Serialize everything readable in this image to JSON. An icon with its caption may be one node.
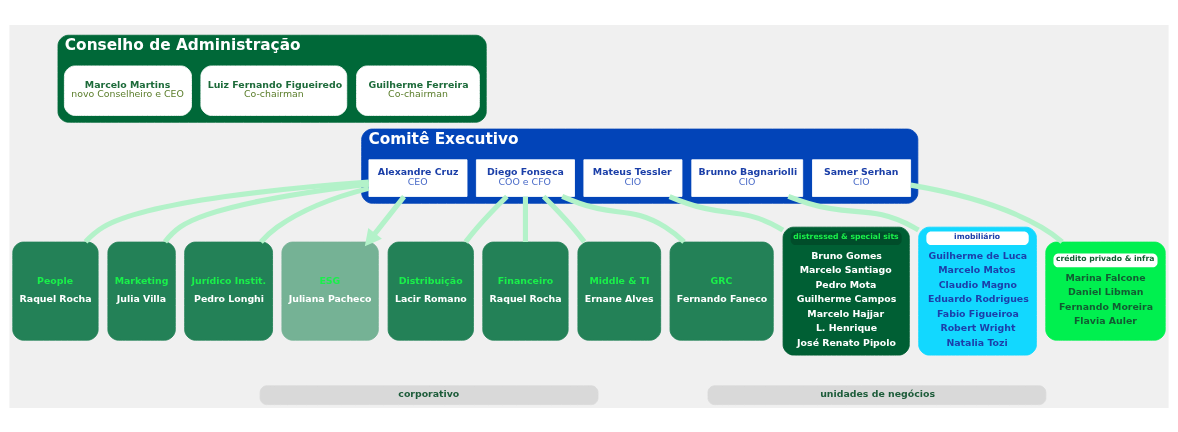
{
  "diagram": {
    "nodes": [
      {
        "text": [
          "Conselho de Administração"
        ]
      },
      {
        "text": [
          "Guilherme Ferreira",
          "Co-chairman"
        ],
        "in": 0
      },
      {
        "text": [
          "Luiz Fernando Figueiredo",
          "Co-chairman"
        ],
        "in": 0
      },
      {
        "text": [
          "Marcelo Martins",
          "novo Conselheiro e CEO"
        ],
        "in": 0
      },
      {
        "text": [
          "Comitê Executivo"
        ]
      },
      {
        "text": [
          "Alexandre Cruz",
          "CEO"
        ],
        "in": 4
      },
      {
        "text": [
          "Diego Fonseca",
          "COO e CFO"
        ],
        "in": 4
      },
      {
        "text": [
          "Mateus Tessler",
          "CIO"
        ],
        "in": 4
      },
      {
        "text": [
          "Brunno Bagnariolli",
          "CIO"
        ],
        "in": 4
      },
      {
        "text": [
          "Samer Serhan",
          "CIO"
        ],
        "in": 4
      },
      {
        "text": [
          "People",
          "Raquel Rocha"
        ]
      },
      {
        "text": [
          "Marketing",
          "Julia Villa"
        ]
      },
      {
        "text": [
          "Jurídico Instit.",
          "Pedro Longhi"
        ]
      },
      {
        "text": [
          "ESG",
          "Juliana Pacheco"
        ]
      },
      {
        "text": [
          "Distribuição",
          "Lacir Romano"
        ]
      },
      {
        "text": [
          "Financeiro",
          "Raquel Rocha"
        ]
      },
      {
        "text": [
          "Middle & TI",
          "Ernane Alves"
        ]
      },
      {
        "text": [
          "GRC",
          "Fernando Faneco"
        ]
      },
      {
        "text": [
          "distressed & special sits",
          "Bruno Gomes",
          "Marcelo Santiago",
          "Pedro Mota",
          "Guilherme Campos",
          "Marcelo Hajjar",
          "L. Henrique",
          "José Renato Pipolo"
        ]
      },
      {
        "text": [
          "imobiliário",
          "Guilherme de Luca",
          "Marcelo Matos",
          "Claudio Magno",
          "Eduardo Rodrigues",
          "Fabio Figueiroa",
          "Robert Wright",
          "Natalia Tozi"
        ]
      },
      {
        "text": [
          "crédito privado & infra",
          "Marina Falcone",
          "Daniel Libman",
          "Fernando Moreira",
          "Flavia Auler"
        ]
      },
      {
        "text": [
          "corporativo"
        ]
      },
      {
        "text": [
          "unidades de negócios"
        ]
      }
    ],
    "edges": [
      {
        "from": 5,
        "to": 10,
        "arrow": "none"
      },
      {
        "from": 5,
        "to": 11,
        "arrow": "none"
      },
      {
        "from": 5,
        "to": 12,
        "arrow": "none"
      },
      {
        "from": 5,
        "to": 13,
        "arrow": "to"
      },
      {
        "from": 6,
        "to": 14,
        "arrow": "none"
      },
      {
        "from": 6,
        "to": 15,
        "arrow": "none"
      },
      {
        "from": 6,
        "to": 16,
        "arrow": "none"
      },
      {
        "from": 6,
        "to": 17,
        "arrow": "none"
      },
      {
        "from": 7,
        "to": 18,
        "arrow": "none"
      },
      {
        "from": 8,
        "to": 19,
        "arrow": "none"
      },
      {
        "from": 9,
        "to": 20,
        "arrow": "none"
      }
    ]
  }
}
